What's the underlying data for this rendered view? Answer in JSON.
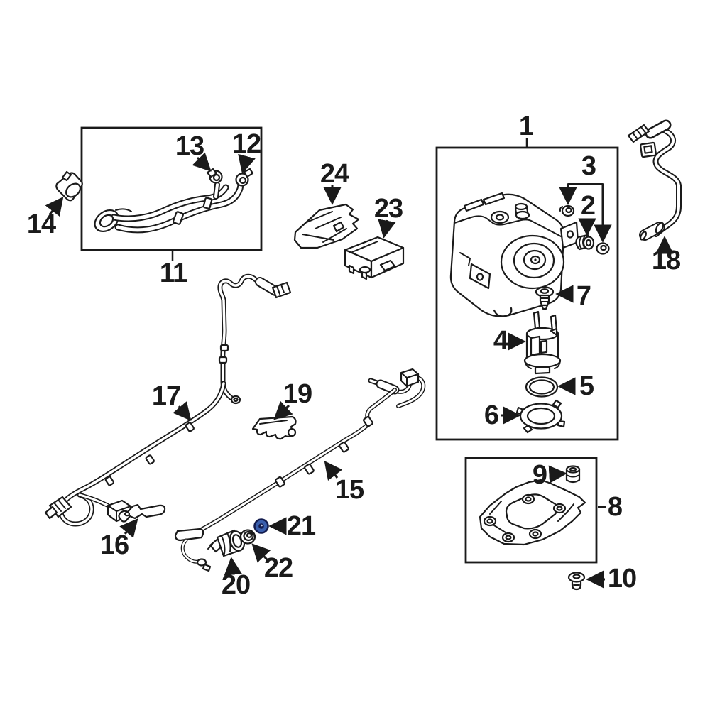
{
  "diagram": {
    "background_color": "#ffffff",
    "line_color": "#1a1a1a",
    "highlight_color": "#3a5fad",
    "highlighted_callout": "21"
  },
  "callouts": [
    {
      "label": "1"
    },
    {
      "label": "2"
    },
    {
      "label": "3"
    },
    {
      "label": "4"
    },
    {
      "label": "5"
    },
    {
      "label": "6"
    },
    {
      "label": "7"
    },
    {
      "label": "8"
    },
    {
      "label": "9"
    },
    {
      "label": "10"
    },
    {
      "label": "11"
    },
    {
      "label": "12"
    },
    {
      "label": "13"
    },
    {
      "label": "14"
    },
    {
      "label": "15"
    },
    {
      "label": "16"
    },
    {
      "label": "17"
    },
    {
      "label": "18"
    },
    {
      "label": "19"
    },
    {
      "label": "20"
    },
    {
      "label": "21"
    },
    {
      "label": "22"
    },
    {
      "label": "23"
    },
    {
      "label": "24"
    }
  ]
}
